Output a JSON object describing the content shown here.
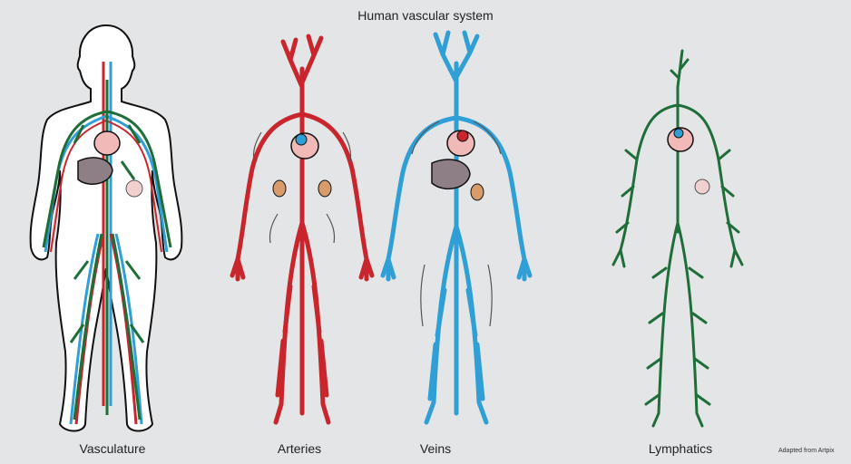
{
  "title": "Human vascular system",
  "panels": [
    {
      "label": "Vasculature"
    },
    {
      "label": "Arteries"
    },
    {
      "label": "Veins"
    },
    {
      "label": "Lymphatics"
    }
  ],
  "credit": "Adapted from Artpix",
  "colors": {
    "artery": "#c8262c",
    "vein": "#2f9fd6",
    "lymph": "#1f6e3a",
    "heart": "#f2b9b9",
    "liver": "#8e7f86",
    "kidney": "#d89c6a",
    "skin": "#ffffff",
    "background": "#e4e5e7"
  }
}
